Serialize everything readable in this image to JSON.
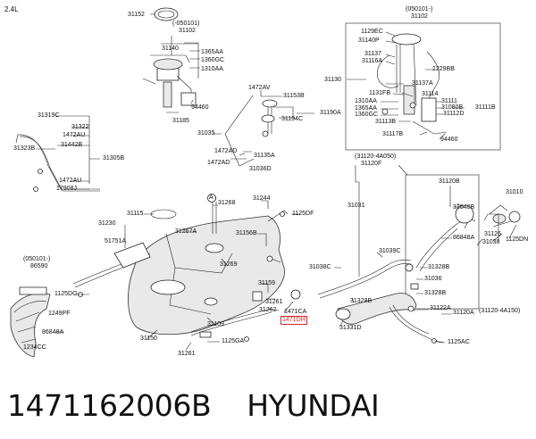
{
  "engine": "2.4L",
  "part_number": "1471162006B",
  "brand": "HYUNDAI",
  "highlight_color": "#d62828",
  "labels": {
    "l31152": "31152",
    "l31102a": "(-050101)",
    "l31102b": "31102",
    "l31140": "31140",
    "l1365AA": "1365AA",
    "l1360GC": "1360GC",
    "l1310AA": "1310AA",
    "l94460a": "94460",
    "l31185": "31185",
    "l1472AVa": "1472AV",
    "l31153B": "31153B",
    "l31194C": "31194C",
    "l31190A": "31190A",
    "l31035": "31035",
    "l1472ADa": "1472AD",
    "l31135A": "31135A",
    "l1472ADb": "1472AD",
    "l31036D": "31036D",
    "l31319C": "31319C",
    "l31322": "31322",
    "l1472AUa": "1472AU",
    "l31323B": "31323B",
    "l31442B": "31442B",
    "l31305B": "31305B",
    "l1472AUb": "1472AU",
    "l17908J": "17908J",
    "l31115": "31115",
    "l31268": "31268",
    "l31244": "31244",
    "l1125DFa": "1125DF",
    "l31230": "31230",
    "l31267A": "31267A",
    "l31156B": "31156B",
    "l51751A": "51751A",
    "l050101": "(050101-)",
    "l86590": "86590",
    "l31269": "31269",
    "l1125DG": "1125DG",
    "l31159": "31159",
    "l31261a": "31261",
    "l1249PF": "1249PF",
    "l31262": "31262",
    "l1471CA": "1471CA",
    "l1471DH": "1471DH",
    "l86848Aa": "86848A",
    "l31109": "31109",
    "l1234CC": "1234CC",
    "l31150": "31150",
    "l1125GA": "1125GA",
    "l31261b": "31261",
    "r050101": "(050101-)",
    "r31102": "31102",
    "r1129EC": "1129EC",
    "r31140P": "31140P",
    "r31137": "31137",
    "r31116A": "31116A",
    "r1229BB": "1229BB",
    "r31130": "31130",
    "r31137A": "31137A",
    "r1131FB": "1131FB",
    "r31114": "31114",
    "r1310AA": "1310AA",
    "r1365AA": "1365AA",
    "r1360GC": "1360GC",
    "r31111": "31111",
    "r31080B": "31080B",
    "r31112D": "31112D",
    "r31111B": "31111B",
    "r31113B": "31113B",
    "r31117B": "31117B",
    "r94460": "94460",
    "f311204A050": "(31120-4A050)",
    "f31120F": "31120F",
    "f31031": "31031",
    "f31120B": "31120B",
    "f31048B": "31048B",
    "f31010": "31010",
    "f86848Ab": "86848A",
    "f31126": "31126",
    "f31038": "31038",
    "f1125DN": "1125DN",
    "f31039C": "31039C",
    "f31038C": "31038C",
    "f31328Ba": "31328B",
    "f31036": "31036",
    "f31328Bb": "31328B",
    "f31328Bc": "31328B",
    "f31122A": "31122A",
    "f31120A": "31120A",
    "f311204A150": "(31120-4A150)",
    "f31331D": "31331D",
    "f1125AC": "1125AC",
    "fA": "A"
  }
}
